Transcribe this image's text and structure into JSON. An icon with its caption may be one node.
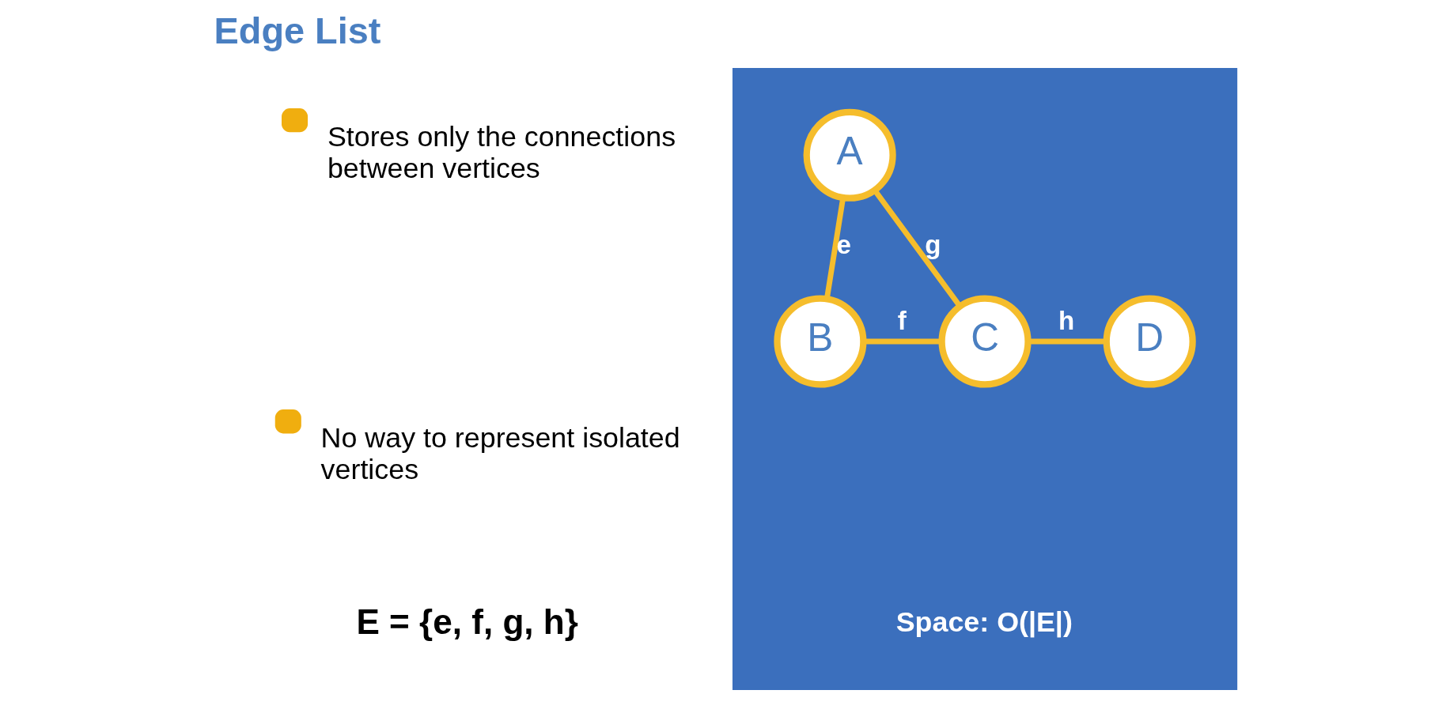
{
  "diagram": {
    "title": "Edge List",
    "nodes": [
      {
        "text": [],
        "shape": "box"
      },
      {
        "text": [
          "A"
        ],
        "in": 0
      },
      {
        "text": [
          "B"
        ],
        "in": 0
      },
      {
        "text": [
          "C"
        ],
        "in": 0
      },
      {
        "text": [
          "D"
        ],
        "in": 0
      }
    ],
    "edges": [
      {
        "from": 1,
        "to": 2,
        "arrow": "none",
        "label": "e"
      },
      {
        "from": 2,
        "to": 3,
        "arrow": "none",
        "label": "f"
      },
      {
        "from": 1,
        "to": 3,
        "arrow": "none",
        "label": "g"
      },
      {
        "from": 3,
        "to": 4,
        "arrow": "none",
        "label": "h"
      }
    ],
    "labels": [
      "Stores only the connections between vertices",
      "No way to represent isolated vertices",
      "E = {e, f, g, h}",
      "Space: O(|E|)"
    ]
  }
}
